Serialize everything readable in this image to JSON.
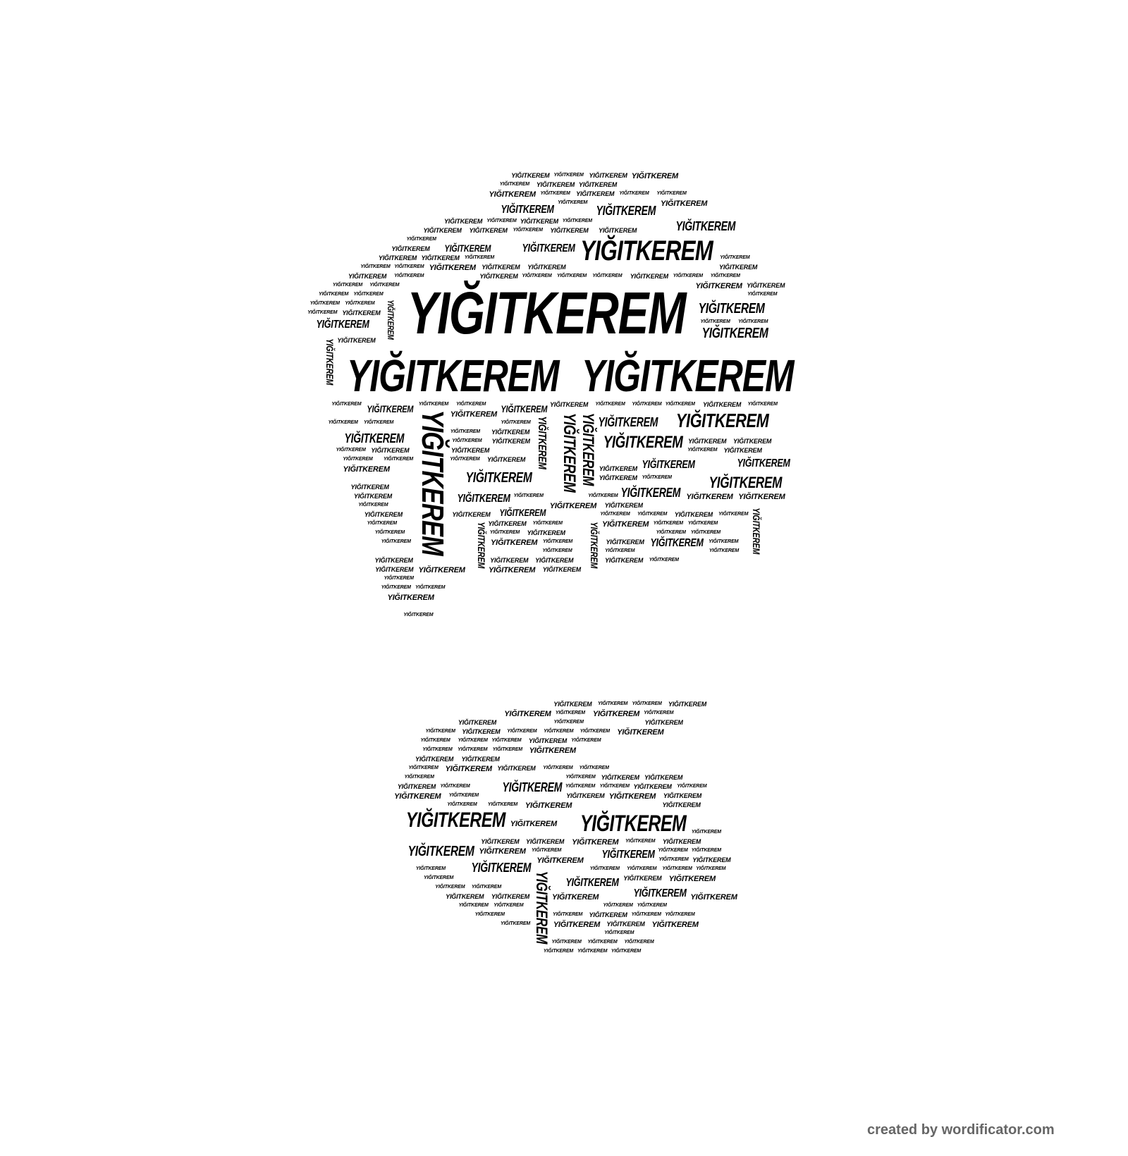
{
  "word_cloud": {
    "word": "YIĞITKEREM",
    "shape": "portrait silhouette",
    "text_color": "#000000",
    "background_color": "#ffffff"
  },
  "watermark": {
    "text": "created by wordificator.com",
    "color": "#666666"
  }
}
